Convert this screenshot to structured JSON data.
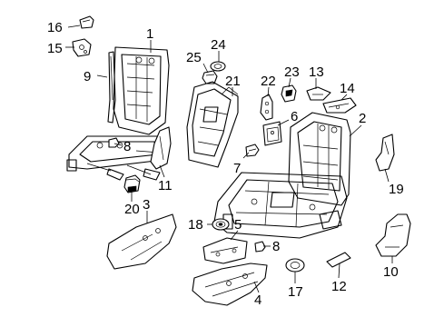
{
  "callouts": [
    {
      "id": "c1",
      "label": "1"
    },
    {
      "id": "c2",
      "label": "2"
    },
    {
      "id": "c3",
      "label": "3"
    },
    {
      "id": "c4",
      "label": "4"
    },
    {
      "id": "c5",
      "label": "5"
    },
    {
      "id": "c6",
      "label": "6"
    },
    {
      "id": "c7",
      "label": "7"
    },
    {
      "id": "c8a",
      "label": "8"
    },
    {
      "id": "c8b",
      "label": "8"
    },
    {
      "id": "c9",
      "label": "9"
    },
    {
      "id": "c10",
      "label": "10"
    },
    {
      "id": "c11",
      "label": "11"
    },
    {
      "id": "c12",
      "label": "12"
    },
    {
      "id": "c13",
      "label": "13"
    },
    {
      "id": "c14",
      "label": "14"
    },
    {
      "id": "c15",
      "label": "15"
    },
    {
      "id": "c16",
      "label": "16"
    },
    {
      "id": "c17",
      "label": "17"
    },
    {
      "id": "c18",
      "label": "18"
    },
    {
      "id": "c19",
      "label": "19"
    },
    {
      "id": "c20",
      "label": "20"
    },
    {
      "id": "c21",
      "label": "21"
    },
    {
      "id": "c22",
      "label": "22"
    },
    {
      "id": "c23",
      "label": "23"
    },
    {
      "id": "c24",
      "label": "24"
    },
    {
      "id": "c25",
      "label": "25"
    }
  ]
}
